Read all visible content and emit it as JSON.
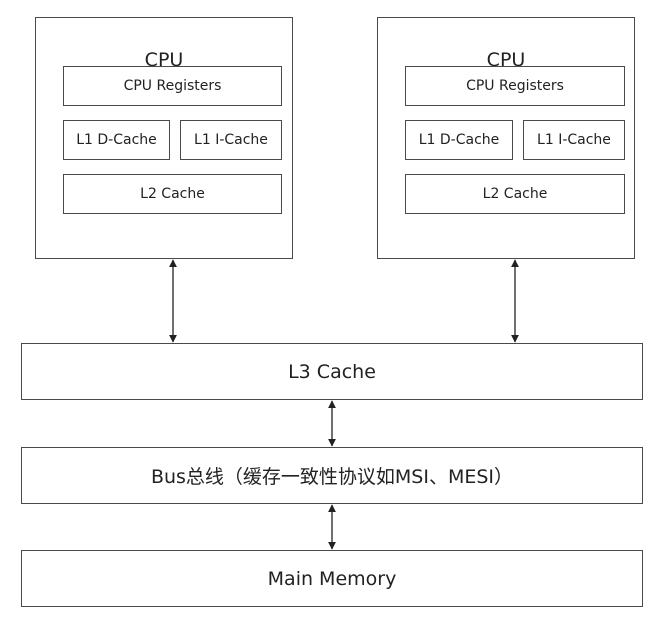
{
  "cpus": [
    {
      "title": "CPU",
      "registers": "CPU Registers",
      "l1d": "L1 D-Cache",
      "l1i": "L1 I-Cache",
      "l2": "L2 Cache"
    },
    {
      "title": "CPU",
      "registers": "CPU Registers",
      "l1d": "L1 D-Cache",
      "l1i": "L1 I-Cache",
      "l2": "L2 Cache"
    }
  ],
  "l3": "L3 Cache",
  "bus": "Bus总线（缓存一致性协议如MSI、MESI）",
  "memory": "Main Memory"
}
